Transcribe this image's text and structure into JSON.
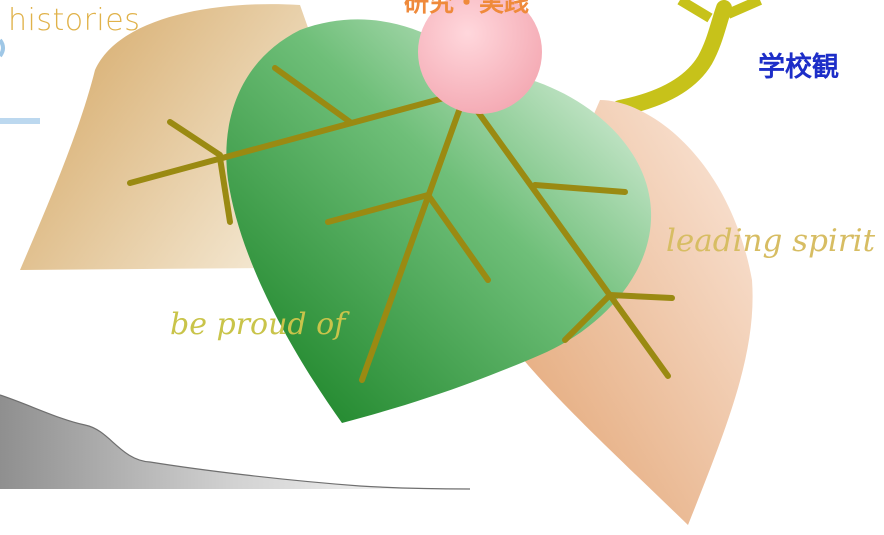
{
  "labels": {
    "histories": "histories",
    "leading_spirit": "leading spirit",
    "be_proud_of": "be proud of",
    "school_view": "学校観",
    "research_practice": "研究・実践"
  },
  "colors": {
    "tan_leaf": "#d9b07a",
    "peach_leaf": "#e8b48e",
    "green_leaf_dark": "#2e8b37",
    "green_leaf_light": "#cfe9d3",
    "vein": "#9a8a12",
    "pink_bud": "#f7b7bf",
    "branch": "#c7c21a",
    "school_text": "#1d2ec8",
    "research_text": "#ef8a3b"
  }
}
